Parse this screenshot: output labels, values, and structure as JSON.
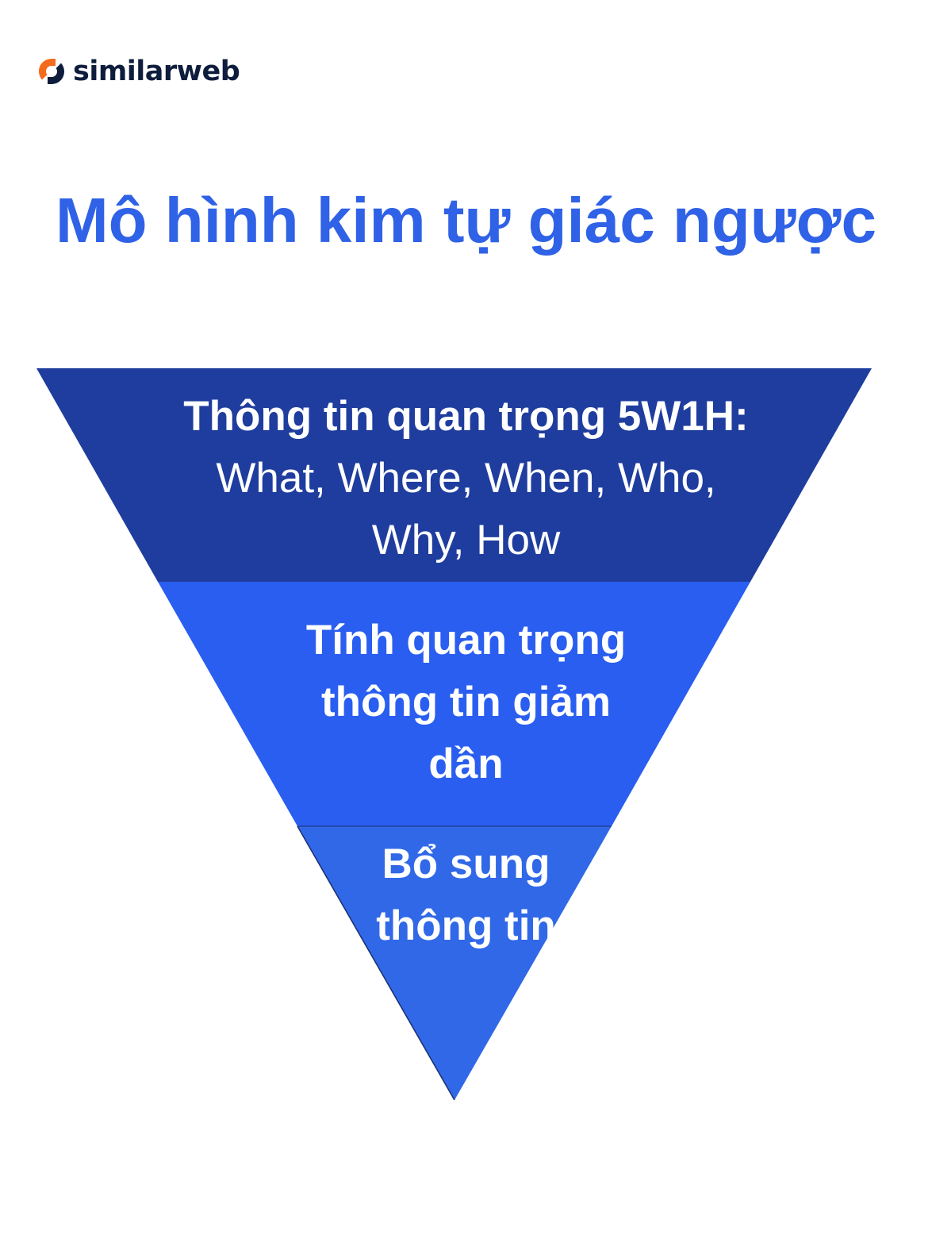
{
  "brand": {
    "name": "similarweb",
    "logo_icon": "similarweb-logo-icon",
    "logo_colors": {
      "accent": "#f56b1e",
      "dark": "#0f1d3d"
    }
  },
  "title": "Mô hình kim tự giác ngược",
  "pyramid": {
    "levels": [
      {
        "lines": [
          "Thông tin quan trọng 5W1H:",
          "What, Where, When, Who,",
          "Why, How"
        ],
        "color": "#1f3d9e"
      },
      {
        "lines": [
          "Tính quan trọng",
          "thông tin giảm",
          "dần"
        ],
        "color": "#295ef0"
      },
      {
        "lines": [
          "Bổ sung",
          "thông tin"
        ],
        "color": "#3068e8"
      }
    ]
  },
  "colors": {
    "title": "#2f62e6",
    "text": "#ffffff"
  }
}
